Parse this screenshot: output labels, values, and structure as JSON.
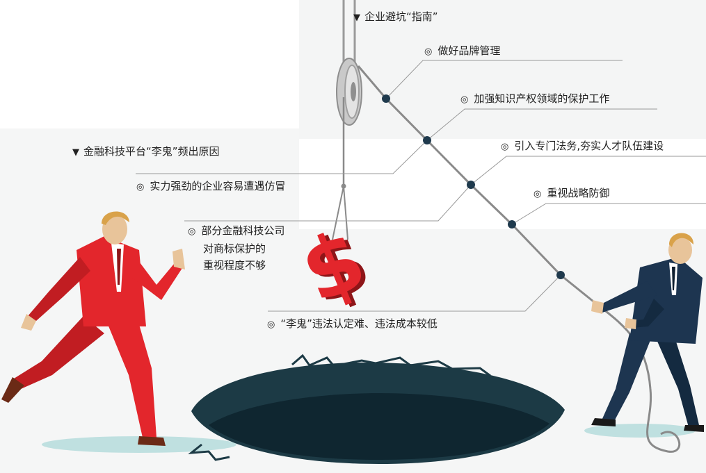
{
  "sections": {
    "guide": {
      "title": "企业避坑“指南”",
      "marker": "▼",
      "items": [
        {
          "marker": "◎",
          "text": "做好品牌管理"
        },
        {
          "marker": "◎",
          "text": "加强知识产权领域的保护工作"
        },
        {
          "marker": "◎",
          "text": "引入专门法务,夯实人才队伍建设"
        },
        {
          "marker": "◎",
          "text": "重视战略防御"
        }
      ]
    },
    "causes": {
      "title": "金融科技平台“李鬼”频出原因",
      "marker": "▼",
      "items": [
        {
          "marker": "◎",
          "lines": [
            "实力强劲的企业容易遭遇仿冒"
          ]
        },
        {
          "marker": "◎",
          "lines": [
            "部分金融科技公司",
            "对商标保护的",
            "重视程度不够"
          ]
        },
        {
          "marker": "◎",
          "lines": [
            "“李鬼”违法认定难、违法成本较低"
          ]
        }
      ]
    }
  },
  "dollar_sign": "$",
  "colors": {
    "text": "#222222",
    "line": "#8a8a8a",
    "dot": "#1f3a4d",
    "red_suit": "#e3262c",
    "navy_suit": "#1d3550",
    "hole": "#1c3a45",
    "skin": "#e8c49a",
    "hair": "#d9a24a",
    "shadow": "#b9dede",
    "panel": "#f3f4f4"
  }
}
